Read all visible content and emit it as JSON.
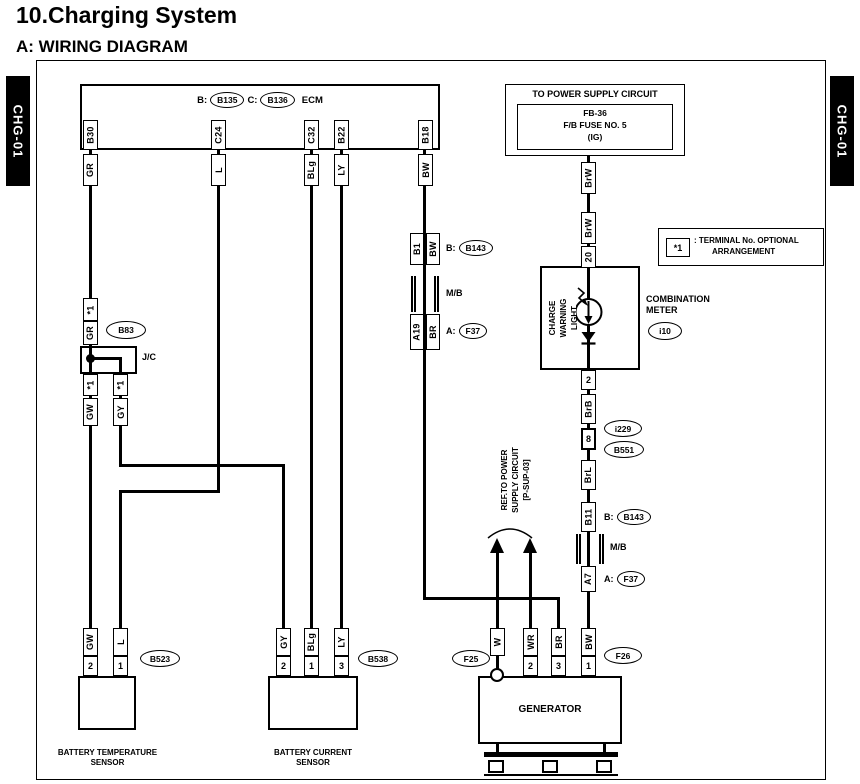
{
  "page": {
    "title": "10.Charging System",
    "subtitle": "A:  WIRING DIAGRAM",
    "side_tag_left": "CHG-01",
    "side_tag_right": "CHG-01"
  },
  "ecm": {
    "b_prefix": "B:",
    "b_conn": "B135",
    "c_prefix": "C:",
    "c_conn": "B136",
    "name": "ECM",
    "pins": [
      "B30",
      "C24",
      "C32",
      "B22",
      "B18"
    ],
    "wire_colors": [
      "GR",
      "L",
      "BLg",
      "LY",
      "BW"
    ]
  },
  "power_supply_box": {
    "title": "TO POWER SUPPLY CIRCUIT",
    "fuse1": "FB-36",
    "fuse2": "F/B FUSE NO. 5",
    "fuse3": "(IG)"
  },
  "note_box": {
    "term": "*1",
    "line1": ": TERMINAL No. OPTIONAL",
    "line2": "ARRANGEMENT"
  },
  "left_branch": {
    "term_in": "*1",
    "wire_in": "GR",
    "conn": "B83",
    "jc_label": "J/C",
    "term_out_left": "*1",
    "term_out_right": "*1",
    "wire_out_left": "GW",
    "wire_out_right": "GY"
  },
  "mid_chain": {
    "pin_top": "B1",
    "color_top": "BW",
    "b_prefix": "B:",
    "b_conn": "B143",
    "mb_label": "M/B",
    "pin_bottom": "A19",
    "color_bottom": "BR",
    "a_prefix": "A:",
    "a_conn": "F37"
  },
  "right_chain": {
    "color_brw_upper": "BrW",
    "color_brw_lower": "BrW",
    "pin_meter_in": "20",
    "meter_light1": "CHARGE",
    "meter_light2": "WARNING",
    "meter_light3": "LIGHT",
    "meter_name_line1": "COMBINATION",
    "meter_name_line2": "METER",
    "meter_conn": "i10",
    "pin_meter_out": "2",
    "color_brb": "BrB",
    "pin_joint": "8",
    "conn_i229": "i229",
    "conn_b551": "B551",
    "color_brl": "BrL",
    "pin_b11": "B11",
    "b_prefix": "B:",
    "b_conn": "B143",
    "mb_label": "M/B",
    "pin_a7": "A7",
    "a_prefix": "A:",
    "a_conn": "F37"
  },
  "ref_note": {
    "line1": "REF.TO POWER",
    "line2": "SUPPLY CIRCUIT",
    "line3": "[P-SUP-03]"
  },
  "generator": {
    "name": "GENERATOR",
    "conn_left": "F25",
    "conn_right": "F26",
    "pin_w_color": "W",
    "pins": [
      {
        "color": "WR",
        "num": "2"
      },
      {
        "color": "BR",
        "num": "3"
      },
      {
        "color": "BW",
        "num": "1"
      }
    ]
  },
  "battery_temp_sensor": {
    "name_line1": "BATTERY TEMPERATURE",
    "name_line2": "SENSOR",
    "conn": "B523",
    "pins": [
      {
        "color": "GW",
        "num": "2"
      },
      {
        "color": "L",
        "num": "1"
      }
    ]
  },
  "battery_current_sensor": {
    "name_line1": "BATTERY CURRENT",
    "name_line2": "SENSOR",
    "conn": "B538",
    "pins": [
      {
        "color": "GY",
        "num": "2"
      },
      {
        "color": "BLg",
        "num": "1"
      },
      {
        "color": "LY",
        "num": "3"
      }
    ]
  }
}
